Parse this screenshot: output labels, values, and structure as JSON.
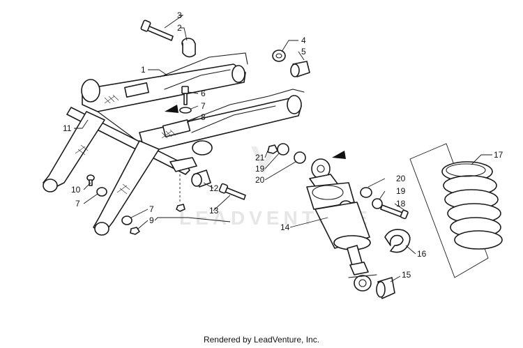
{
  "watermark": {
    "text": "LEADVENTURE"
  },
  "callouts": [
    {
      "id": "c3",
      "label": "3"
    },
    {
      "id": "c2",
      "label": "2"
    },
    {
      "id": "c1",
      "label": "1"
    },
    {
      "id": "c4",
      "label": "4"
    },
    {
      "id": "c5",
      "label": "5"
    },
    {
      "id": "c6",
      "label": "6"
    },
    {
      "id": "c7a",
      "label": "7"
    },
    {
      "id": "c8",
      "label": "8"
    },
    {
      "id": "c11",
      "label": "11"
    },
    {
      "id": "c17",
      "label": "17"
    },
    {
      "id": "c21",
      "label": "21"
    },
    {
      "id": "c19a",
      "label": "19"
    },
    {
      "id": "c20a",
      "label": "20"
    },
    {
      "id": "c20b",
      "label": "20"
    },
    {
      "id": "c19b",
      "label": "19"
    },
    {
      "id": "c18",
      "label": "18"
    },
    {
      "id": "c12",
      "label": "12"
    },
    {
      "id": "c13",
      "label": "13"
    },
    {
      "id": "c10",
      "label": "10"
    },
    {
      "id": "c7b",
      "label": "7"
    },
    {
      "id": "c7c",
      "label": "7"
    },
    {
      "id": "c9",
      "label": "9"
    },
    {
      "id": "c14",
      "label": "14"
    },
    {
      "id": "c16",
      "label": "16"
    },
    {
      "id": "c15",
      "label": "15"
    }
  ],
  "footer": {
    "credit": "Rendered by LeadVenture, Inc."
  }
}
